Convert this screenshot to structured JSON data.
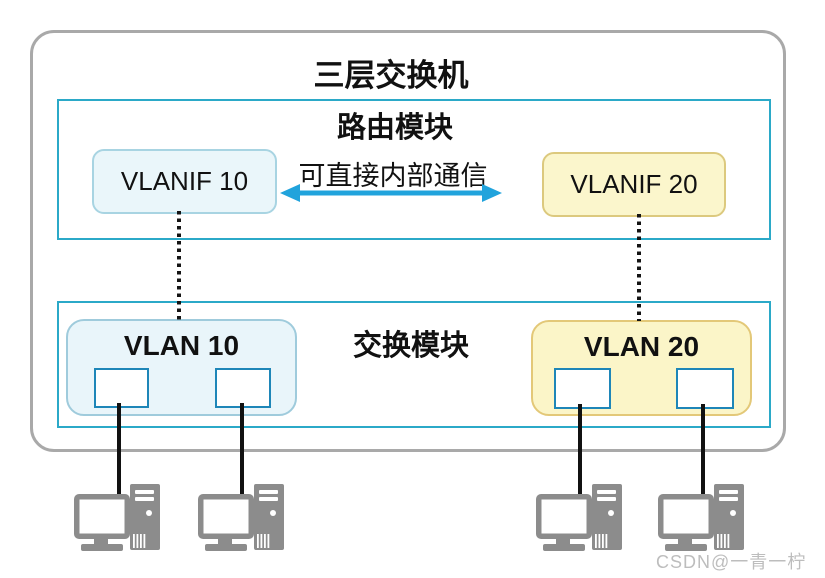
{
  "colors": {
    "chassis_border": "#a9a9a9",
    "module_border": "#2ba9c8",
    "vlan10_fill": "#e9f5fa",
    "vlan10_border": "#9fcbdc",
    "vlan20_fill": "#fbf5c8",
    "vlan20_border": "#e3c878",
    "port_border": "#1e86b8",
    "arrow": "#21a3dc",
    "computer_gray": "#8c8c8c",
    "cable": "#111111"
  },
  "diagram": {
    "title": "三层交换机",
    "routing_module": {
      "label": "路由模块",
      "note": "可直接内部通信",
      "interfaces": [
        {
          "label": "VLANIF 10"
        },
        {
          "label": "VLANIF 20"
        }
      ]
    },
    "switching_module": {
      "label": "交换模块",
      "vlans": [
        {
          "label": "VLAN 10",
          "ports": 2
        },
        {
          "label": "VLAN 20",
          "ports": 2
        }
      ]
    },
    "hosts": {
      "count": 4,
      "icon": "computer-icon"
    },
    "watermark": "CSDN@一青一柠"
  }
}
